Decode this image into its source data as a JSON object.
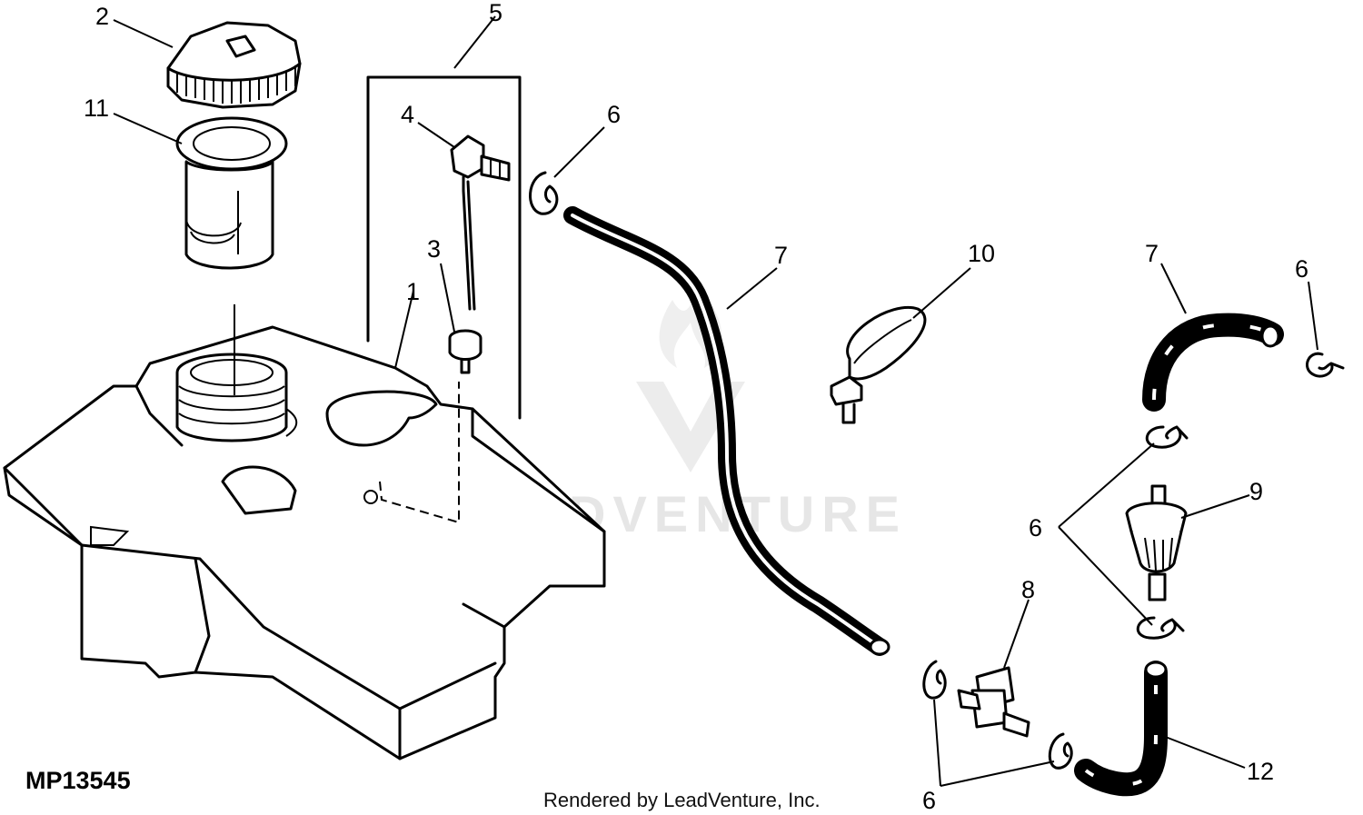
{
  "diagram": {
    "drawing_number": "MP13545",
    "credit": "Rendered by LeadVenture, Inc.",
    "watermark": "LEADVENTURE",
    "callouts": [
      "1",
      "2",
      "3",
      "4",
      "5",
      "6",
      "7",
      "8",
      "9",
      "10",
      "11",
      "12"
    ],
    "labels": {
      "l1": "1",
      "l2": "2",
      "l3": "3",
      "l4": "4",
      "l5": "5",
      "l6a": "6",
      "l6b": "6",
      "l6c": "6",
      "l6d": "6",
      "l7a": "7",
      "l7b": "7",
      "l8": "8",
      "l9": "9",
      "l10": "10",
      "l11": "11",
      "l12": "12"
    }
  }
}
